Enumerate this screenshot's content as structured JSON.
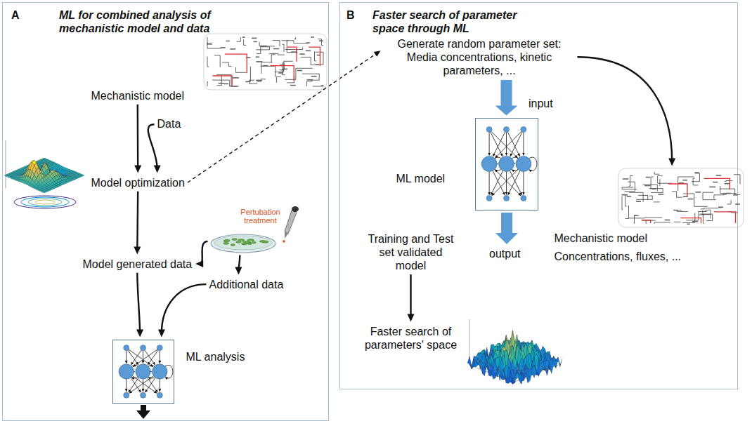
{
  "diagram": {
    "nodes": [
      {
        "text": [
          "A",
          "ML for combined analysis of mechanistic model and data"
        ]
      },
      {
        "text": [
          "Mechanistic model"
        ],
        "in": 0
      },
      {
        "text": [
          "Data"
        ],
        "in": 0
      },
      {
        "text": [
          "Model optimization"
        ],
        "in": 0
      },
      {
        "text": [
          "Pertubation treatment"
        ],
        "in": 0
      },
      {
        "text": [
          "Model generated data"
        ],
        "in": 0
      },
      {
        "text": [
          "Additional data"
        ],
        "in": 0
      },
      {
        "text": [
          "ML analysis"
        ],
        "in": 0
      },
      {
        "text": [
          "B",
          "Faster search of parameter space through ML"
        ]
      },
      {
        "text": [
          "Generate random parameter set: Media concentrations, kinetic parameters, ..."
        ],
        "in": 8
      },
      {
        "text": [
          "ML model"
        ],
        "in": 8
      },
      {
        "text": [
          "Mechanistic model",
          "Concentrations, fluxes, ..."
        ],
        "in": 8
      },
      {
        "text": [
          "Training and Test set validated model"
        ],
        "in": 8
      },
      {
        "text": [
          "Faster search of parameters' space"
        ],
        "in": 8
      }
    ],
    "edges": [
      {
        "from": 1,
        "to": 3,
        "arrow": "to"
      },
      {
        "from": 2,
        "to": 3,
        "arrow": "to"
      },
      {
        "from": 3,
        "to": 5,
        "arrow": "to"
      },
      {
        "from": 4,
        "to": 5,
        "arrow": "to"
      },
      {
        "from": 4,
        "to": 6,
        "arrow": "to"
      },
      {
        "from": 5,
        "to": 7,
        "arrow": "to"
      },
      {
        "from": 6,
        "to": 7,
        "arrow": "to"
      },
      {
        "from": 3,
        "to": 9,
        "arrow": "to"
      },
      {
        "from": 9,
        "to": 10,
        "arrow": "to"
      },
      {
        "from": 9,
        "to": 11,
        "arrow": "to"
      },
      {
        "from": 12,
        "to": 13,
        "arrow": "to"
      }
    ],
    "labels": [
      "input",
      "output"
    ]
  }
}
